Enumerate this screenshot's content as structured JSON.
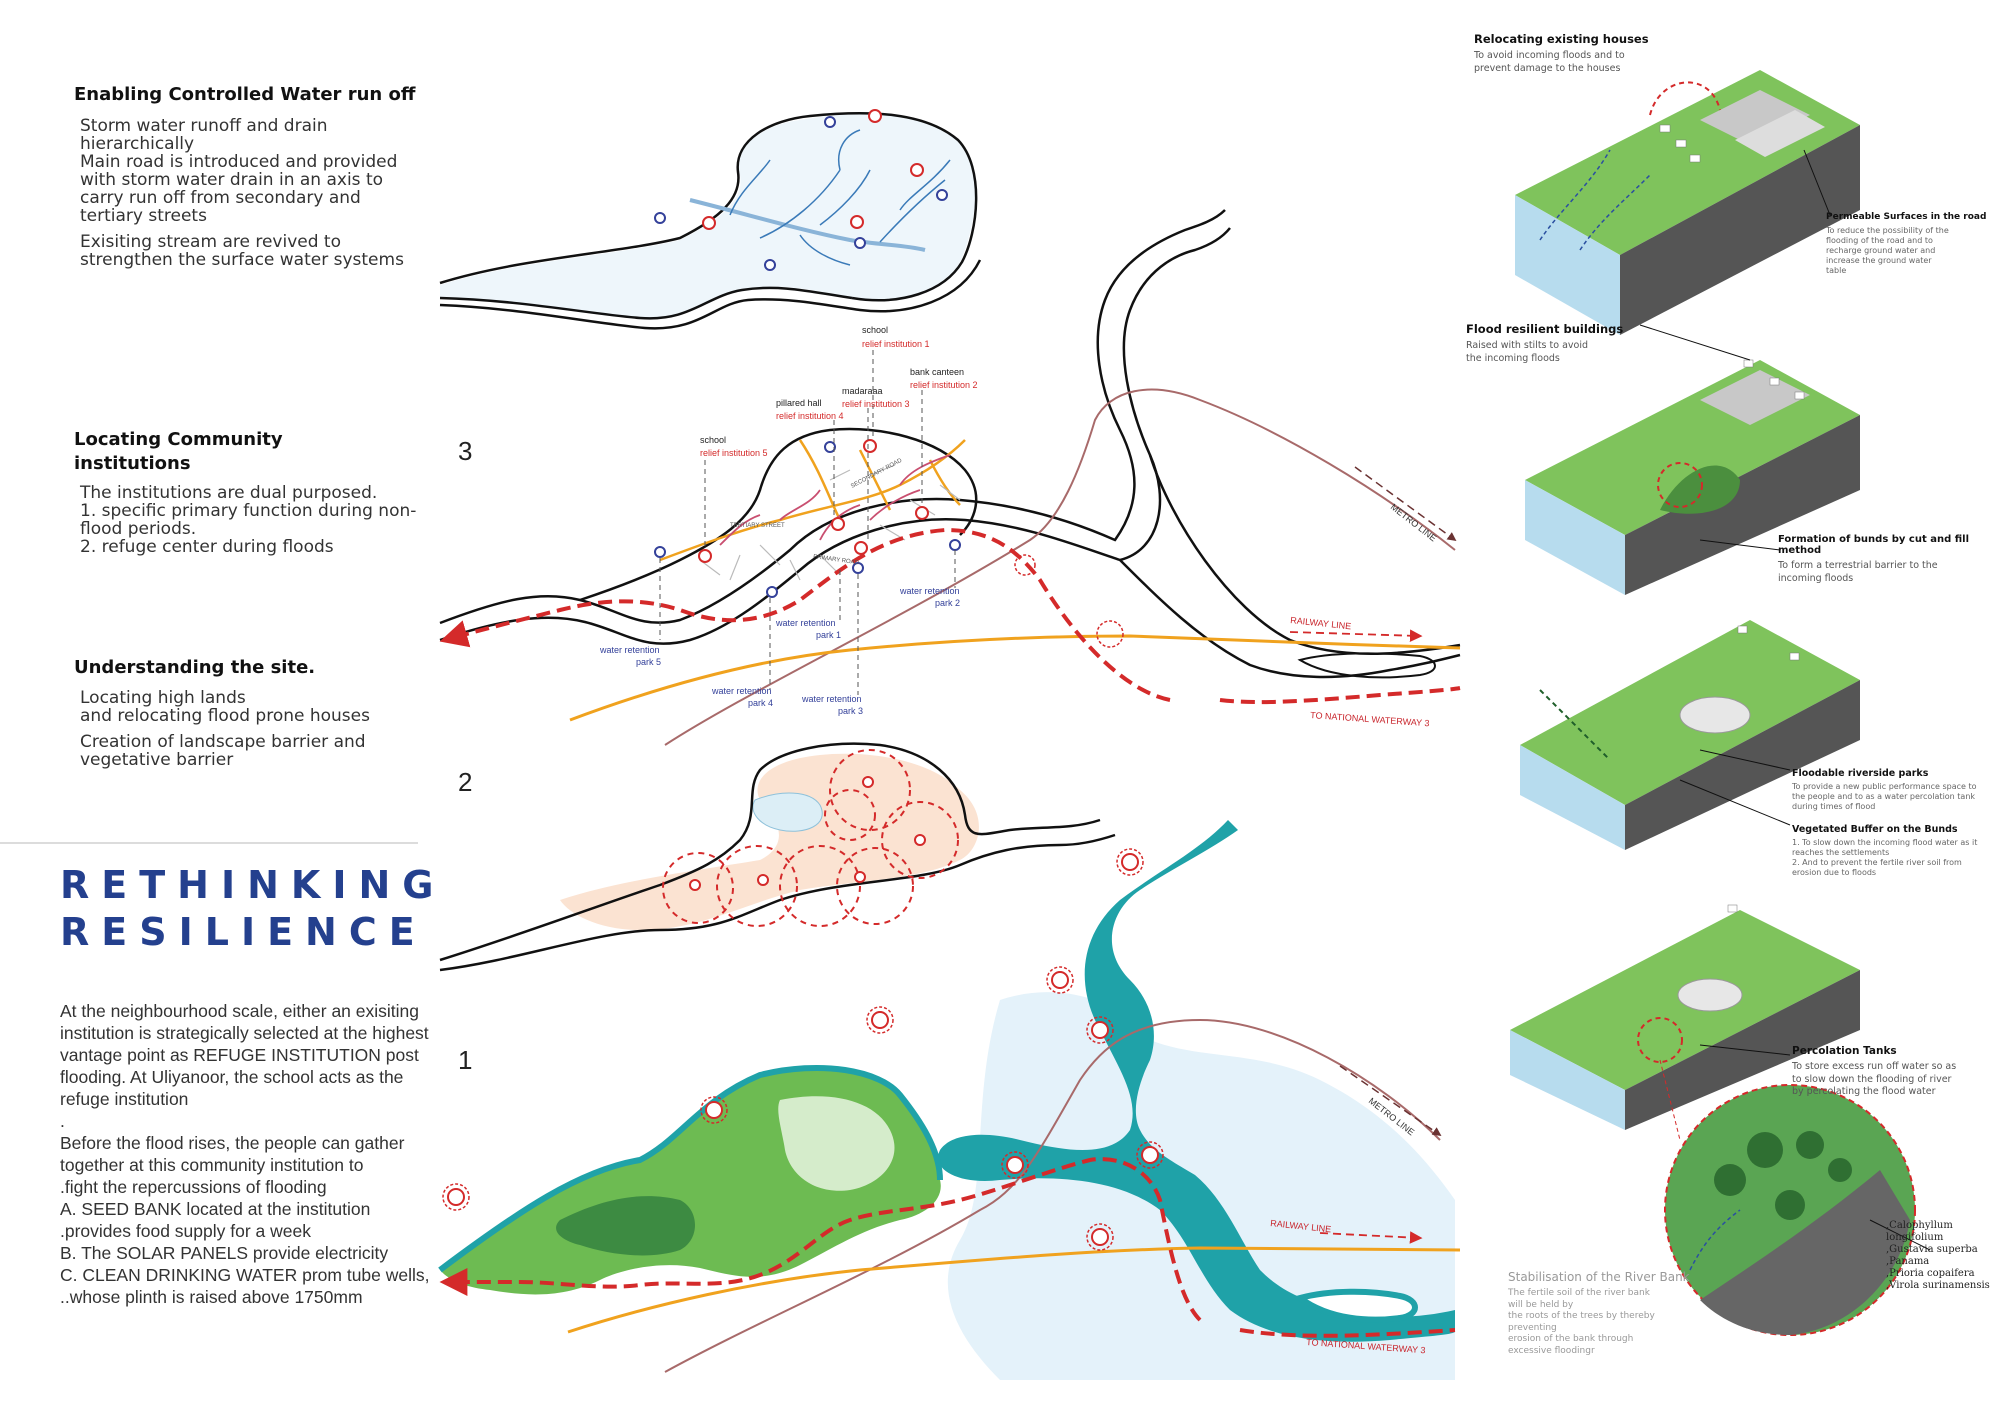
{
  "left": {
    "water": {
      "title": "Enabling Controlled Water run off",
      "paragraphs": [
        "Storm water runoff and drain hierarchically\nMain road is introduced and provided with storm water drain in an axis to carry run off from secondary and tertiary streets",
        "Exisiting stream are revived to strengthen the surface water systems"
      ]
    },
    "community": {
      "title": "Locating Community institutions",
      "paragraphs": [
        "The institutions are dual purposed.\n1. specific primary function during non-flood periods.\n2. refuge center during floods"
      ]
    },
    "site": {
      "title": "Understanding the site.",
      "paragraphs": [
        "Locating high lands\nand relocating flood prone houses",
        "Creation of landscape barrier and vegetative barrier"
      ]
    },
    "big_title_line1": "RETHINKING",
    "big_title_line2": "RESILIENCE",
    "body": "At the neighbourhood scale, either an exisiting institution is strategically selected at the highest vantage point as REFUGE INSTITUTION post flooding. At Uliyanoor, the school acts as the\nrefuge institution\n.\nBefore the flood rises, the people can gather together at this community institution to\n.fight the repercussions of flooding\nA.  SEED BANK located at the institution\n.provides food supply for a week\nB. The SOLAR PANELS provide electricity\nC. CLEAN DRINKING WATER prom tube wells,\n..whose plinth is raised above 1750mm"
  },
  "numbers": {
    "n3": "3",
    "n2": "2",
    "n1": "1"
  },
  "map3": {
    "institutions": [
      {
        "name": "school",
        "relief": "relief institution 1"
      },
      {
        "name": "bank canteen",
        "relief": "relief institution 2"
      },
      {
        "name": "madaraaa",
        "relief": "relief institution 3"
      },
      {
        "name": "pillared hall",
        "relief": "relief institution 4"
      },
      {
        "name": "school",
        "relief": "relief institution 5"
      }
    ],
    "parks": [
      {
        "l1": "water retention",
        "l2": "park 2"
      },
      {
        "l1": "water retention",
        "l2": "park 1"
      },
      {
        "l1": "water retention",
        "l2": "park 5"
      },
      {
        "l1": "water retention",
        "l2": "park 4"
      },
      {
        "l1": "water retention",
        "l2": "park 3"
      }
    ],
    "roads": {
      "secondary": "SECONDARY ROAD",
      "tertiary": "TERTIARY STREET",
      "primary": "PRIMARY ROAD"
    },
    "metro": "METRO LINE",
    "railway": "RAILWAY LINE",
    "waterway": "TO NATIONAL WATERWAY 3"
  },
  "map1": {
    "metro": "METRO LINE",
    "railway": "RAILWAY LINE",
    "waterway": "TO NATIONAL WATERWAY 3"
  },
  "right": {
    "relocating": {
      "title": "Relocating existing houses",
      "body": "To avoid incoming floods and to prevent damage to the houses"
    },
    "permeable": {
      "title": "Permeable Surfaces in the road",
      "body": "To reduce the possibility of the flooding of the road and to recharge ground water and increase the ground water table"
    },
    "flood_res": {
      "title": "Flood resilient buildings",
      "body": "Raised with stilts to avoid the incoming floods"
    },
    "bunds": {
      "title": "Formation of bunds by cut and fill method",
      "body": "To form a terrestrial barrier to the incoming floods"
    },
    "floodable": {
      "title": "Floodable riverside parks",
      "body": "To provide a new public performance space to the people and to as a water percolation tank during times of flood"
    },
    "vegetated": {
      "title": "Vegetated Buffer  on the Bunds",
      "body": "1. To slow down the incoming flood water as it reaches the settlements\n2. And to prevent the fertile river soil from erosion due to floods"
    },
    "percolation": {
      "title": "Percolation Tanks",
      "body": "To store excess run off water so as to slow down the flooding of river by percolating the flood water"
    },
    "species": [
      ",Calophyllum longifolium",
      ",Gustavia superba",
      ",Panama",
      ",Prioria copaifera",
      ",Virola surinamensis"
    ],
    "stabilisation": {
      "title": "Stabilisation of the River Bank",
      "body": "The fertile soil of the river bank\nwill be held by\nthe roots of the trees by thereby\npreventing\nerosion of the bank through\nexcessive floodingr"
    }
  },
  "colors": {
    "title_blue": "#24408e",
    "flood_red": "#d42a2a",
    "river_teal": "#1fa2a8",
    "railway_orange": "#f0a21e",
    "metro_brown": "#a86a6a",
    "terrain_green": "#6dbb52"
  }
}
